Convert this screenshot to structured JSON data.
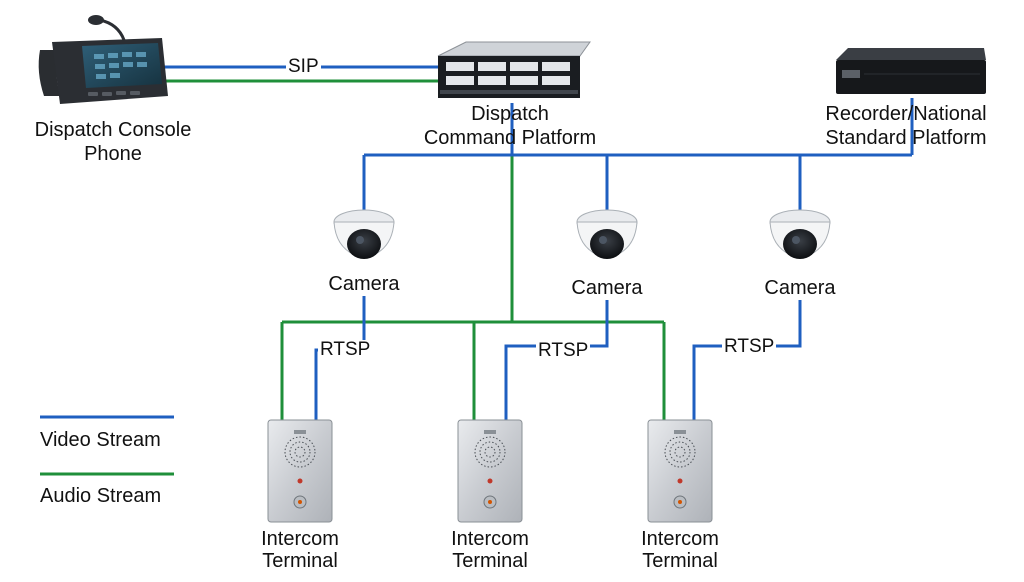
{
  "colors": {
    "video": "#1f5fc0",
    "audio": "#1f8f3a"
  },
  "nodes": {
    "console_phone": {
      "line1": "Dispatch Console",
      "line2": "Phone",
      "icon": "desk-phone-icon"
    },
    "platform": {
      "line1": "Dispatch",
      "line2": "Command Platform",
      "icon": "rack-server-icon"
    },
    "recorder": {
      "line1": "Recorder/National",
      "line2": "Standard Platform",
      "icon": "nvr-recorder-icon"
    },
    "cameras": [
      {
        "label": "Camera",
        "icon": "dome-camera-icon"
      },
      {
        "label": "Camera",
        "icon": "dome-camera-icon"
      },
      {
        "label": "Camera",
        "icon": "dome-camera-icon"
      }
    ],
    "terminals": [
      {
        "line1": "Intercom",
        "line2": "Terminal",
        "icon": "intercom-panel-icon"
      },
      {
        "line1": "Intercom",
        "line2": "Terminal",
        "icon": "intercom-panel-icon"
      },
      {
        "line1": "Intercom",
        "line2": "Terminal",
        "icon": "intercom-panel-icon"
      }
    ]
  },
  "links": {
    "sip": "SIP",
    "rtsp": [
      "RTSP",
      "RTSP",
      "RTSP"
    ]
  },
  "legend": {
    "video": "Video Stream",
    "audio": "Audio Stream"
  }
}
